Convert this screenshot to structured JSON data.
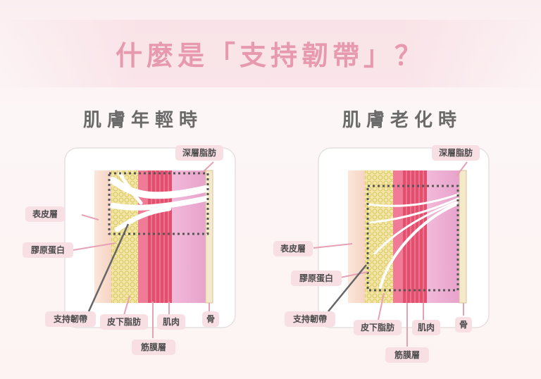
{
  "title": "什麼是「支持韌帶」？",
  "panels": [
    {
      "heading": "肌膚年輕時",
      "labels": {
        "deep_fat": "深層脂肪",
        "epidermis": "表皮層",
        "collagen": "膠原蛋白",
        "ligament": "支持韌帶",
        "subq_fat": "皮下脂肪",
        "muscle": "肌肉",
        "bone": "骨",
        "fascia": "筋膜層"
      }
    },
    {
      "heading": "肌膚老化時",
      "labels": {
        "deep_fat": "深層脂肪",
        "epidermis": "表皮層",
        "collagen": "膠原蛋白",
        "ligament": "支持韌帶",
        "subq_fat": "皮下脂肪",
        "muscle": "肌肉",
        "bone": "骨",
        "fascia": "筋膜層"
      }
    }
  ],
  "colors": {
    "title": "#e79aae",
    "heading": "#6a6a6a",
    "label_bg": "#f7dfe4",
    "skin": "#f7d9cf",
    "fat": "#f0df9a",
    "muscle": "#e4516e",
    "deep_fat": "#ecaed3",
    "bone": "#f3e7c8"
  }
}
